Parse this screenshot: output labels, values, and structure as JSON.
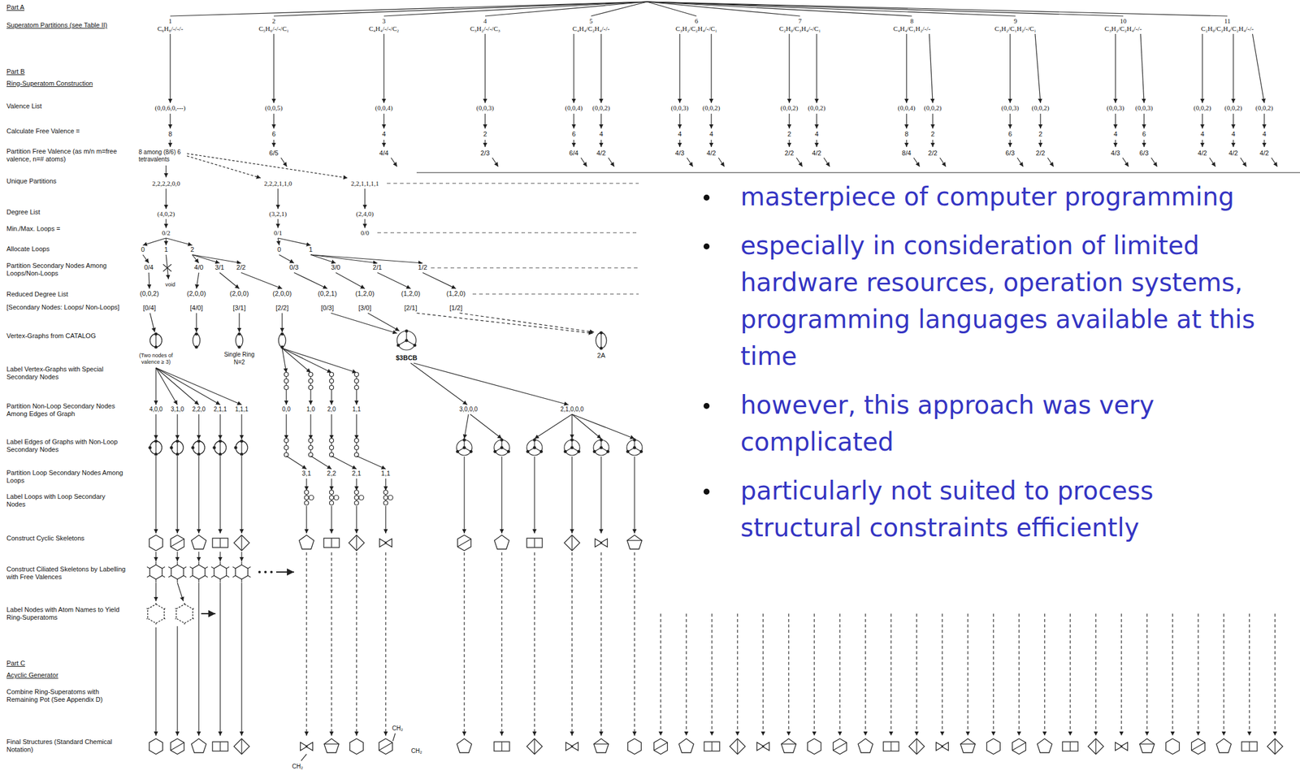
{
  "diagram": {
    "nodes": [
      {
        "text": [
          "1",
          "C₆H₈/-/-/-"
        ]
      },
      {
        "text": [
          "2",
          "C₅H₆/-/-/C₁"
        ]
      },
      {
        "text": [
          "3",
          "C₄H₄/-/-/C₂"
        ]
      },
      {
        "text": [
          "4",
          "C₃H₂/-/-/C₃"
        ]
      },
      {
        "text": [
          "5",
          "C₄H₄/C₂H₄/-/-"
        ]
      },
      {
        "text": [
          "6",
          "C₃H₂/C₂H₄/-/C₁"
        ]
      },
      {
        "text": [
          "7",
          "C₂H₀/C₃H₄/-/C₁"
        ]
      },
      {
        "text": [
          "8",
          "C₄H₄/C₁H₂/-/-"
        ]
      },
      {
        "text": [
          "9",
          "C₃H₂/C₁H₂/-/C₁"
        ]
      },
      {
        "text": [
          "10",
          "C₃H₂/C₂H₄/-/-"
        ]
      },
      {
        "text": [
          "11",
          "C₂H₀/C₂H₄/C₂H₄/-/-"
        ]
      },
      {
        "text": [
          "(0,0,6,0,---)"
        ]
      },
      {
        "text": [
          "(0,0,5)"
        ]
      },
      {
        "text": [
          "(0,0,4)"
        ]
      },
      {
        "text": [
          "(0,0,3)"
        ]
      },
      {
        "text": [
          "(0,0,4)"
        ]
      },
      {
        "text": [
          "(0,0,2)"
        ]
      },
      {
        "text": [
          "(0,0,3)"
        ]
      },
      {
        "text": [
          "(0,0,2)"
        ]
      },
      {
        "text": [
          "(0,0,2)"
        ]
      },
      {
        "text": [
          "(0,0,2)"
        ]
      },
      {
        "text": [
          "(0,0,4)"
        ]
      },
      {
        "text": [
          "(0,0,2)"
        ]
      },
      {
        "text": [
          "(0,0,3)"
        ]
      },
      {
        "text": [
          "(0,0,2)"
        ]
      },
      {
        "text": [
          "(0,0,3)"
        ]
      },
      {
        "text": [
          "(0,0,3)"
        ]
      },
      {
        "text": [
          "(0,0,2)"
        ]
      },
      {
        "text": [
          "(0,0,2)"
        ]
      },
      {
        "text": [
          "(0,0,2)"
        ]
      },
      {
        "text": [
          "2,2,2,2,0,0"
        ]
      },
      {
        "text": [
          "2,2,2,1,1,0"
        ]
      },
      {
        "text": [
          "2,2,1,1,1,1"
        ]
      },
      {
        "text": [
          "(4,0,2)"
        ]
      },
      {
        "text": [
          "(3,2,1)"
        ]
      },
      {
        "text": [
          "(2,4,0)"
        ]
      },
      {
        "text": [
          "0/2"
        ]
      },
      {
        "text": [
          "0/1"
        ]
      },
      {
        "text": [
          "0/0"
        ]
      }
    ],
    "edges": [
      {
        "from": 0,
        "to": 11,
        "arrow": "to"
      },
      {
        "from": 1,
        "to": 12,
        "arrow": "to"
      },
      {
        "from": 2,
        "to": 13,
        "arrow": "to"
      },
      {
        "from": 3,
        "to": 14,
        "arrow": "to"
      },
      {
        "from": 4,
        "to": 15,
        "arrow": "to"
      },
      {
        "from": 4,
        "to": 16,
        "arrow": "to"
      },
      {
        "from": 5,
        "to": 17,
        "arrow": "to"
      },
      {
        "from": 5,
        "to": 18,
        "arrow": "to"
      },
      {
        "from": 6,
        "to": 19,
        "arrow": "to"
      },
      {
        "from": 6,
        "to": 20,
        "arrow": "to"
      },
      {
        "from": 7,
        "to": 21,
        "arrow": "to"
      },
      {
        "from": 7,
        "to": 22,
        "arrow": "to"
      },
      {
        "from": 8,
        "to": 23,
        "arrow": "to"
      },
      {
        "from": 8,
        "to": 24,
        "arrow": "to"
      },
      {
        "from": 9,
        "to": 25,
        "arrow": "to"
      },
      {
        "from": 9,
        "to": 26,
        "arrow": "to"
      },
      {
        "from": 10,
        "to": 27,
        "arrow": "to"
      },
      {
        "from": 10,
        "to": 28,
        "arrow": "to"
      },
      {
        "from": 10,
        "to": 29,
        "arrow": "to"
      },
      {
        "from": 30,
        "to": 33,
        "arrow": "to"
      },
      {
        "from": 31,
        "to": 34,
        "arrow": "to"
      },
      {
        "from": 32,
        "to": 35,
        "arrow": "to"
      },
      {
        "from": 33,
        "to": 36,
        "arrow": "to"
      },
      {
        "from": 34,
        "to": 37,
        "arrow": "to"
      },
      {
        "from": 35,
        "to": 38,
        "arrow": "to"
      }
    ],
    "labels": [
      "Part A",
      "Superatom Partitions (see Table II)",
      "Part B",
      "Ring-Superatom Construction",
      "Valence List",
      "Calculate Free Valence =",
      "Partition Free Valence (as m/n m=free valence, n=# atoms)",
      "Unique Partitions",
      "Degree List",
      "Min./Max. Loops =",
      "Allocate Loops",
      "Partition Secondary Nodes Among Loops/Non-Loops",
      "Reduced Degree List",
      "[Secondary Nodes: Loops/ Non-Loops]",
      "Vertex-Graphs from CATALOG",
      "Label Vertex-Graphs with Special Secondary Nodes",
      "Partition Non-Loop Secondary Nodes Among Edges of Graph",
      "Label Edges of Graphs with Non-Loop Secondary Nodes",
      "Partition Loop Secondary Nodes Among Loops",
      "Label Loops with Loop Secondary Nodes",
      "Construct Cyclic Skeletons",
      "Construct Ciliated Skeletons by Labelling with Free Valences",
      "Label Nodes with Atom Names to Yield Ring-Superatoms",
      "Part C",
      "Acyclic Generator",
      "Combine Ring-Superatoms with Remaining Pot (See Appendix D)",
      "Final Structures (Standard Chemical Notation)",
      "8",
      "6",
      "4",
      "2",
      "6",
      "4",
      "4",
      "4",
      "2",
      "4",
      "8",
      "2",
      "6",
      "2",
      "4",
      "6",
      "4",
      "4",
      "4",
      "8 among (8/6) 6 tetravalents",
      "6/5",
      "4/4",
      "2/3",
      "6/4",
      "4/2",
      "4/3",
      "4/2",
      "2/2",
      "4/2",
      "8/4",
      "2/2",
      "6/3",
      "2/2",
      "4/3",
      "6/3",
      "4/2",
      "4/2",
      "4/2",
      "0",
      "1",
      "2",
      "0",
      "1",
      "0/4",
      "4/0",
      "3/1",
      "2/2",
      "0/3",
      "3/0",
      "2/1",
      "1/2",
      "void",
      "(0,0,2)",
      "(2,0,0)",
      "(2,0,0)",
      "(2,0,0)",
      "(0,2,1)",
      "(1,2,0)",
      "(1,2,0)",
      "(1,2,0)",
      "[0/4]",
      "[4/0]",
      "[3/1]",
      "[2/2]",
      "[0/3]",
      "[3/0]",
      "[2/1]",
      "[1/2]",
      "(Two nodes of valence ≥ 3)",
      "Single Ring",
      "N=2",
      "$3BCB",
      "2A",
      "4,0,0",
      "3,1,0",
      "2,2,0",
      "2,1,1",
      "1,1,1",
      "0,0",
      "1,0",
      "2,0",
      "1,1",
      "3,0,0,0",
      "2,1,0,0,0",
      "3,1",
      "2,2",
      "2,1",
      "1,1",
      "CH₂",
      "CH₂",
      "CH₂",
      "masterpiece of computer programming",
      "especially in consideration of limited hardware resources, operation systems, programming languages available at this time",
      "however, this approach was very complicated",
      "particularly not suited to process structural constraints efficiently"
    ]
  }
}
